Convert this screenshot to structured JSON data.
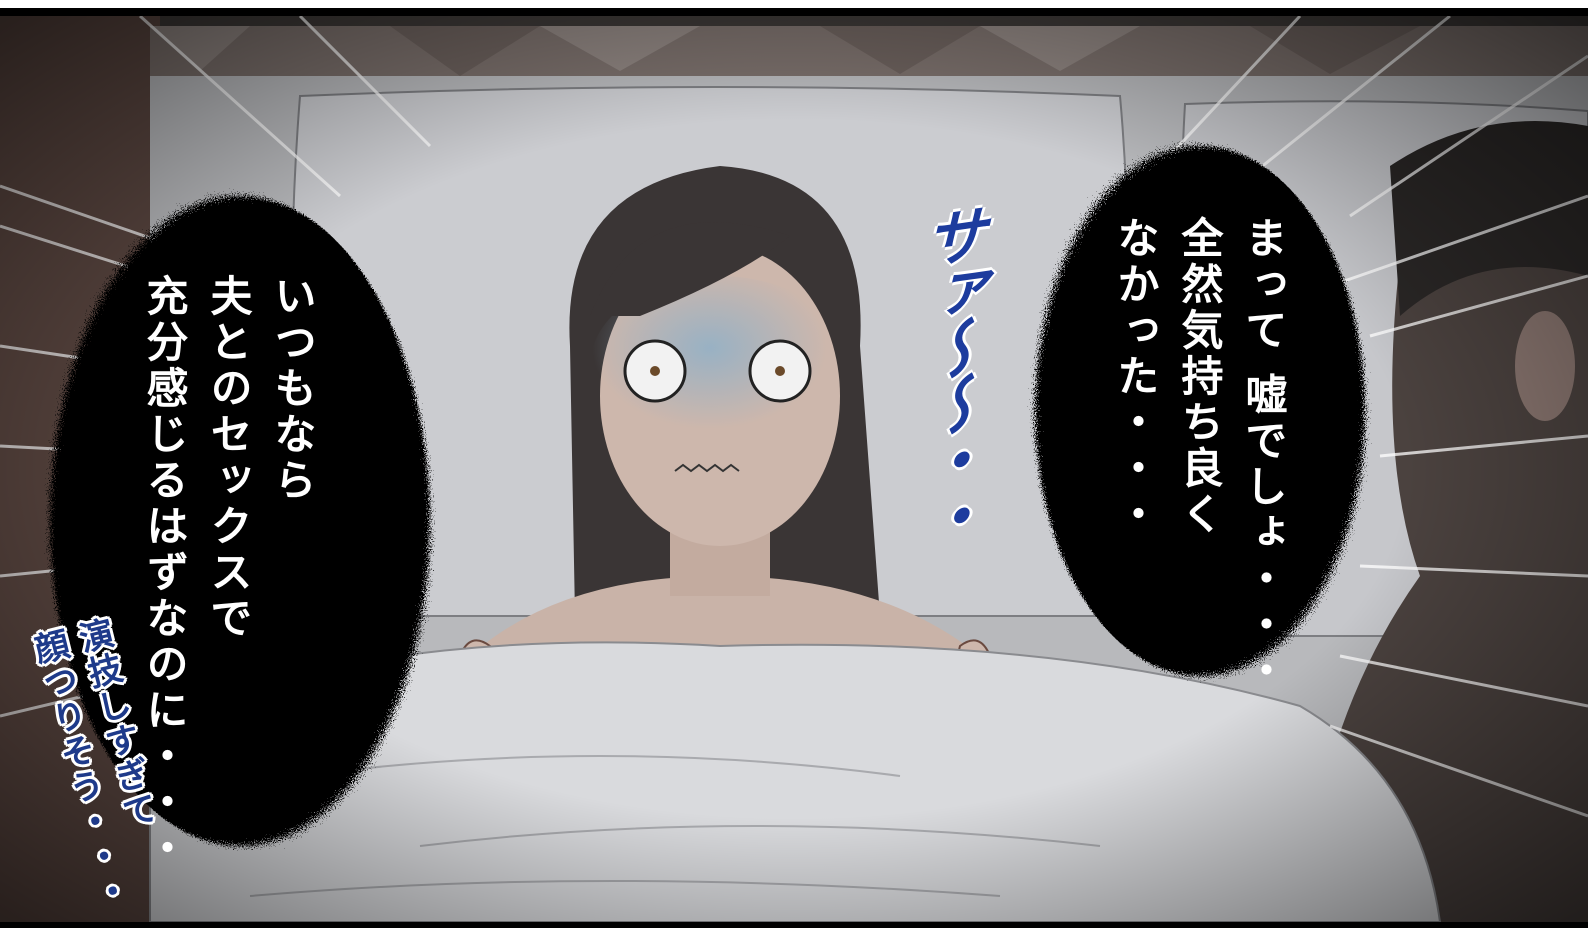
{
  "bubble_left": {
    "text": "いつもなら\n夫とのセックスで\n充分感じるはずなのに・・・"
  },
  "bubble_right": {
    "text": "まって 嘘でしょ・・・\n全然気持ち良く\nなかった・・・"
  },
  "sound_effect": {
    "text": "サァ〜〜・・"
  },
  "aside_note": {
    "text": "演技しすぎて\n顔つりそう・・・"
  },
  "colors": {
    "bubble": "#000000",
    "bubble_text": "#ffffff",
    "aside_text": "#1e3a8a",
    "sheet": "#d9dadd",
    "pillow": "#c9cacd",
    "skin": "#c9b3a8",
    "hair": "#3a3535",
    "headboard": "#7a6f6b"
  }
}
